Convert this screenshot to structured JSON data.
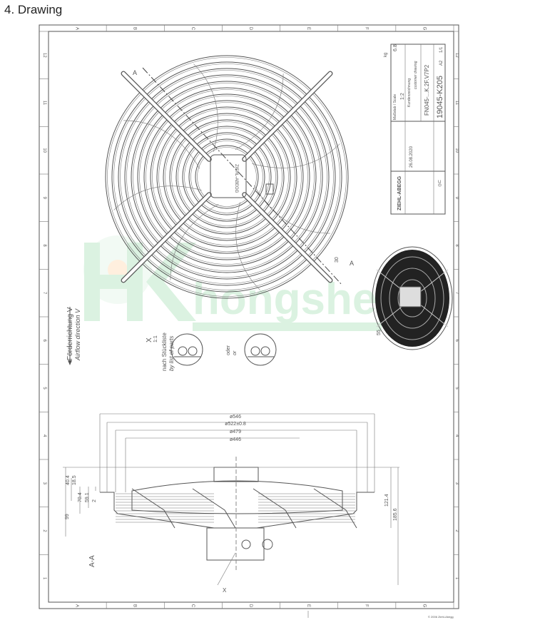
{
  "heading": "4. Drawing",
  "frame": {
    "column_labels": [
      "A",
      "B",
      "C",
      "D",
      "E",
      "F",
      "G"
    ],
    "row_labels": [
      "1",
      "2",
      "3",
      "4",
      "5",
      "6",
      "7",
      "8",
      "9",
      "10",
      "11",
      "12"
    ]
  },
  "title_block": {
    "logo": "ZIEHL-ABEGG",
    "scale_label": "Maßstab / Scale",
    "scale": "1:2",
    "date": "26.08.2020",
    "drawing_type_de": "Kundenzeichnung",
    "drawing_type_en": "customer drawing",
    "type_code": "FN045-...K.2F.V7P2",
    "drawing_number": "19045-K205",
    "sheet_format": "A2",
    "page": "1/1",
    "revision": "6.8",
    "weight_label": "kg",
    "footer_left": "© 2006 Ziehl-Abegg"
  },
  "section_label": "A-A",
  "cut_marker": "A",
  "airflow": {
    "de": "Förderrichtung V",
    "en": "Airflow direction V"
  },
  "detail": {
    "label": "X",
    "scale": "1:1",
    "note_de": "nach Stückliste",
    "note_en": "by list of parts",
    "or_de": "oder",
    "or_en": "or"
  },
  "dimensions": {
    "d1": "ø546",
    "d2": "ø522±0.8",
    "d3": "ø479",
    "d4": "ø446",
    "h1": "40.4",
    "h2": "18.5",
    "h3": "70.4",
    "h4": "59.1",
    "h5": "2",
    "h6": "99",
    "h7": "121.4",
    "h8": "185.6",
    "angle": "55",
    "tilt": "30"
  },
  "watermark": "hongsheng",
  "colors": {
    "watermark": "#bfe8c9",
    "line": "#555555"
  }
}
